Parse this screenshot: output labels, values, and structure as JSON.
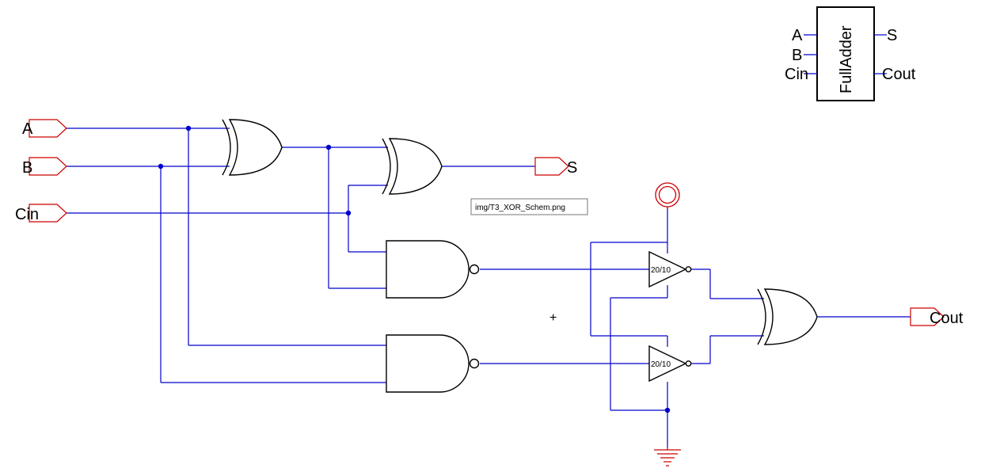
{
  "symbol": {
    "name": "FullAdder",
    "inputs": [
      "A",
      "B",
      "Cin"
    ],
    "outputs": [
      "S",
      "Cout"
    ]
  },
  "ports": {
    "inputs": [
      "A",
      "B",
      "Cin"
    ],
    "outputs": [
      "S",
      "Cout"
    ]
  },
  "buffers": [
    "20/10",
    "20/10"
  ],
  "tooltip": "img/T3_XOR_Schem.png",
  "cursor": "+",
  "colors": {
    "wire": "#0000cc",
    "pin": "#cc0000",
    "gate": "#000000"
  }
}
